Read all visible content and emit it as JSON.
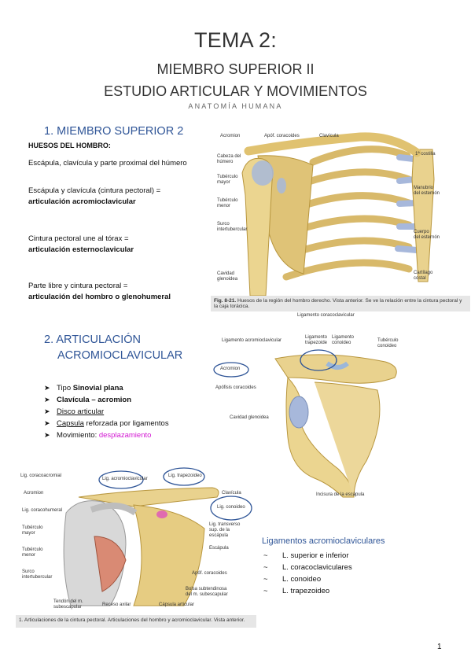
{
  "header": {
    "title": "TEMA 2:",
    "line2": "MIEMBRO SUPERIOR II",
    "line3": "ESTUDIO ARTICULAR Y MOVIMIENTOS",
    "subtitle": "ANATOMÍA HUMANA"
  },
  "section1": {
    "heading": "1.  MIEMBRO SUPERIOR 2",
    "bones_title": "HUESOS DEL HOMBRO:",
    "p1": "Escápula, clavícula y parte proximal del húmero",
    "p2_text": "Escápula y clavícula (cintura pectoral) =",
    "p2_bold": "articulación acromioclavicular",
    "p3_text": "Cintura pectoral une al tórax =",
    "p3_bold": "articulación esternoclavicular",
    "p4_text": "Parte libre y cintura pectoral =",
    "p4_bold": "articulación del hombro o glenohumeral"
  },
  "figure1": {
    "labels": {
      "acromion": "Acromion",
      "apof": "Apóf. coracoides",
      "clavicula": "Clavícula",
      "cabeza": "Cabeza del\nhúmero",
      "costilla": "1ª costilla",
      "tub_mayor": "Tubérculo\nmayor",
      "manubrio": "Manubrio\ndel esternón",
      "tub_menor": "Tubérculo\nmenor",
      "surco": "Surco\nintertubercular",
      "cuerpo": "Cuerpo\ndel esternón",
      "cavidad": "Cavidad\nglenoidea",
      "cartilago": "Cartílago\ncostal"
    },
    "caption_bold": "Fig. 8-21.",
    "caption": "Huesos de la región del hombro derecho. Vista anterior. Se ve la relación entre la cintura pectoral y la caja torácica."
  },
  "section2": {
    "heading_line1": "2.  ARTICULACIÓN",
    "heading_line2": "ACROMIOCLAVICULAR",
    "b1_text": "Tipo ",
    "b1_bold": "Sinovial plana",
    "b2_bold": "Clavícula – acromion",
    "b3_u": "Disco articular",
    "b4_u": "Capsula",
    "b4_text": " reforzada por ligamentos",
    "b5_text": "Movimiento: ",
    "b5_magenta": "desplazamiento"
  },
  "figure2": {
    "labels": {
      "lig_coracoclav": "Ligamento coracoclavicular",
      "lig_acromioclav": "Ligamento acromioclavicular",
      "lig_trap": "Ligamento\ntrapezoide",
      "lig_conoid": "Ligamento\nconoideo",
      "tub_conoid": "Tubérculo conoideo",
      "acromion": "Acromion",
      "apof": "Apófisis coracoides",
      "cavidad": "Cavidad glenoidea",
      "incisura": "Incisura de la escápula"
    }
  },
  "figure3": {
    "labels": {
      "lig_coracoacromial": "Lig. coracoacromial",
      "lig_acromioclav": "Lig. acromioclavicular",
      "lig_trapezoideo": "Lig. trapezoideo",
      "acromion": "Acromion",
      "clavicula": "Clavícula",
      "lig_coracohumeral": "Lig. coracohumeral",
      "lig_conoideo": "Lig. conoideo",
      "tub_mayor": "Tubérculo\nmayor",
      "lig_transverso": "Lig. transverso\nsup. de la\nescápula",
      "escapula": "Escápula",
      "tub_menor": "Tubérculo\nmenor",
      "surco": "Surco\nintertubercular",
      "apof": "Apóf. coracoides",
      "bolsa": "Bolsa subtendinosa\ndel m. subescapular",
      "tendon": "Tendón del m.\nsubescapular",
      "receso": "Receso axilar",
      "capsula": "Cápsula articular"
    },
    "caption": "1. Articulaciones de la cintura pectoral. Articulaciones del hombro y acromioclavicular. Vista anterior."
  },
  "ligamentos": {
    "title": "Ligamentos acromioclaviculares",
    "marker": "~",
    "items": [
      "L. superior e inferior",
      "L. coracoclaviculares",
      "L. conoideo",
      "L. trapezoideo"
    ]
  },
  "footer": {
    "page_number": "1"
  },
  "colors": {
    "heading_blue": "#2f5597",
    "highlight_magenta": "#d216d2",
    "bone": "#e9d28e",
    "cartilage": "#a7b8db"
  }
}
